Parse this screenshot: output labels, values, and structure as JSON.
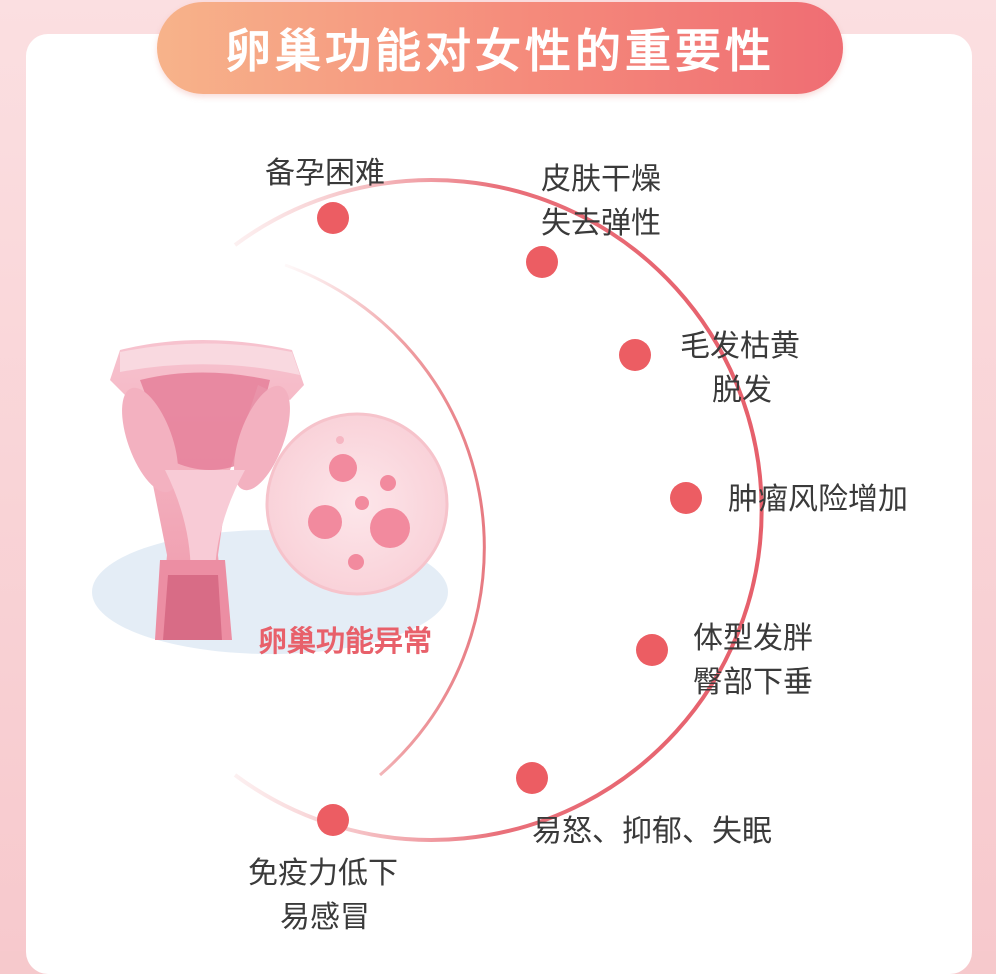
{
  "title": "卵巢功能对女性的重要性",
  "center_label": "卵巢功能异常",
  "effects": [
    {
      "line1": "备孕困难",
      "line2": ""
    },
    {
      "line1": "皮肤干燥",
      "line2": "失去弹性"
    },
    {
      "line1": "毛发枯黄",
      "line2": "脱发"
    },
    {
      "line1": "肿瘤风险增加",
      "line2": ""
    },
    {
      "line1": "体型发胖",
      "line2": "臀部下垂"
    },
    {
      "line1": "易怒、抑郁、失眠",
      "line2": ""
    },
    {
      "line1": "免疫力低下",
      "line2": "易感冒"
    }
  ],
  "colors": {
    "accent": "#e8606a",
    "dot": "#ec5d63",
    "title_gradient_start": "#f7b38a",
    "title_gradient_end": "#ef6d73",
    "text": "#3a3a3a"
  }
}
